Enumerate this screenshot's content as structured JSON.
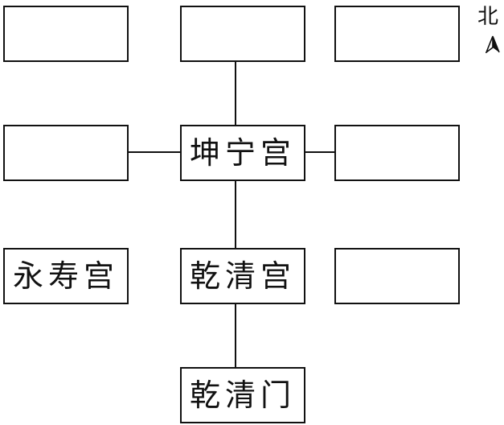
{
  "compass": {
    "label": "北",
    "arrow_icon": "north-arrow-icon"
  },
  "boxes": {
    "row1_left": "",
    "row1_center": "",
    "row1_right": "",
    "row2_left": "",
    "row2_center": "坤宁宫",
    "row2_right": "",
    "row3_left": "永寿宫",
    "row3_center": "乾清宫",
    "row3_right": "",
    "row4_center": "乾清门"
  }
}
